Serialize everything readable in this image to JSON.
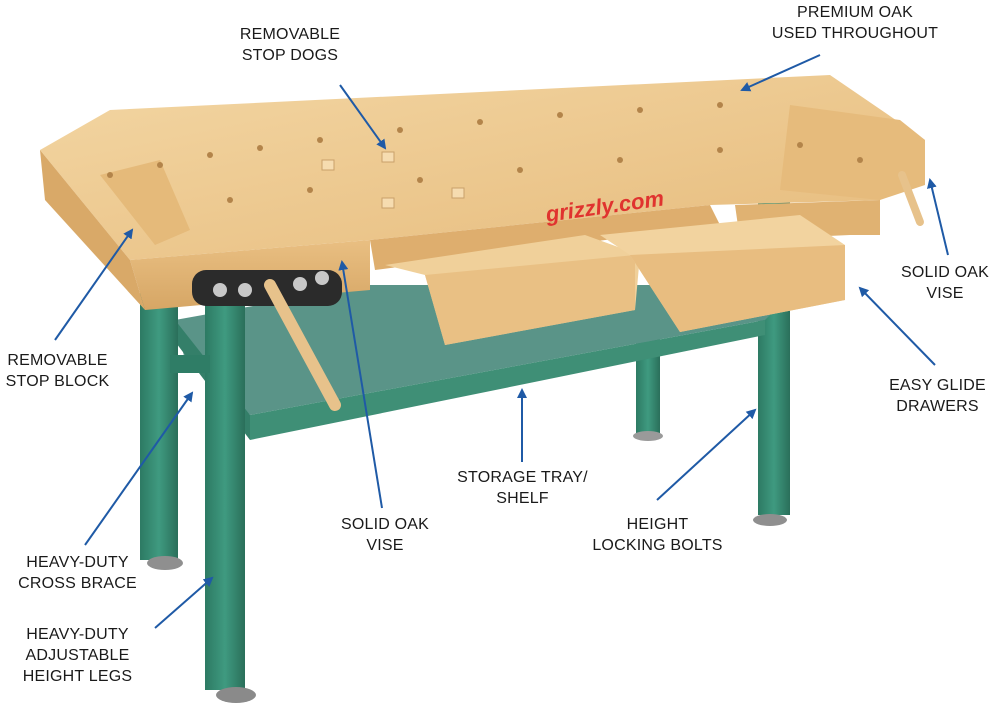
{
  "brand": {
    "logo_text": "grizzly.com"
  },
  "colors": {
    "arrow": "#1f5aa6",
    "wood_light": "#f1cf95",
    "wood_mid": "#e3b676",
    "wood_dark": "#c99a5a",
    "steel": "#3a8f76",
    "steel_dark": "#2a6f5a",
    "shelf": "#4f8f82",
    "text": "#1a1a1a"
  },
  "callouts": {
    "premium_oak": {
      "line1": "PREMIUM OAK",
      "line2": "USED THROUGHOUT"
    },
    "stop_dogs": {
      "line1": "REMOVABLE",
      "line2": "STOP DOGS"
    },
    "solid_oak_vise_right": {
      "line1": "SOLID OAK",
      "line2": "VISE"
    },
    "easy_glide_drawers": {
      "line1": "EASY GLIDE",
      "line2": "DRAWERS"
    },
    "stop_block": {
      "line1": "REMOVABLE",
      "line2": "STOP BLOCK"
    },
    "solid_oak_vise_front": {
      "line1": "SOLID OAK",
      "line2": "VISE"
    },
    "storage_tray": {
      "line1": "STORAGE TRAY/",
      "line2": "SHELF"
    },
    "height_locking_bolts": {
      "line1": "HEIGHT",
      "line2": "LOCKING BOLTS"
    },
    "cross_brace": {
      "line1": "HEAVY-DUTY",
      "line2": "CROSS BRACE"
    },
    "adjustable_legs": {
      "line1": "HEAVY-DUTY",
      "line2": "ADJUSTABLE",
      "line3": "HEIGHT LEGS"
    }
  }
}
